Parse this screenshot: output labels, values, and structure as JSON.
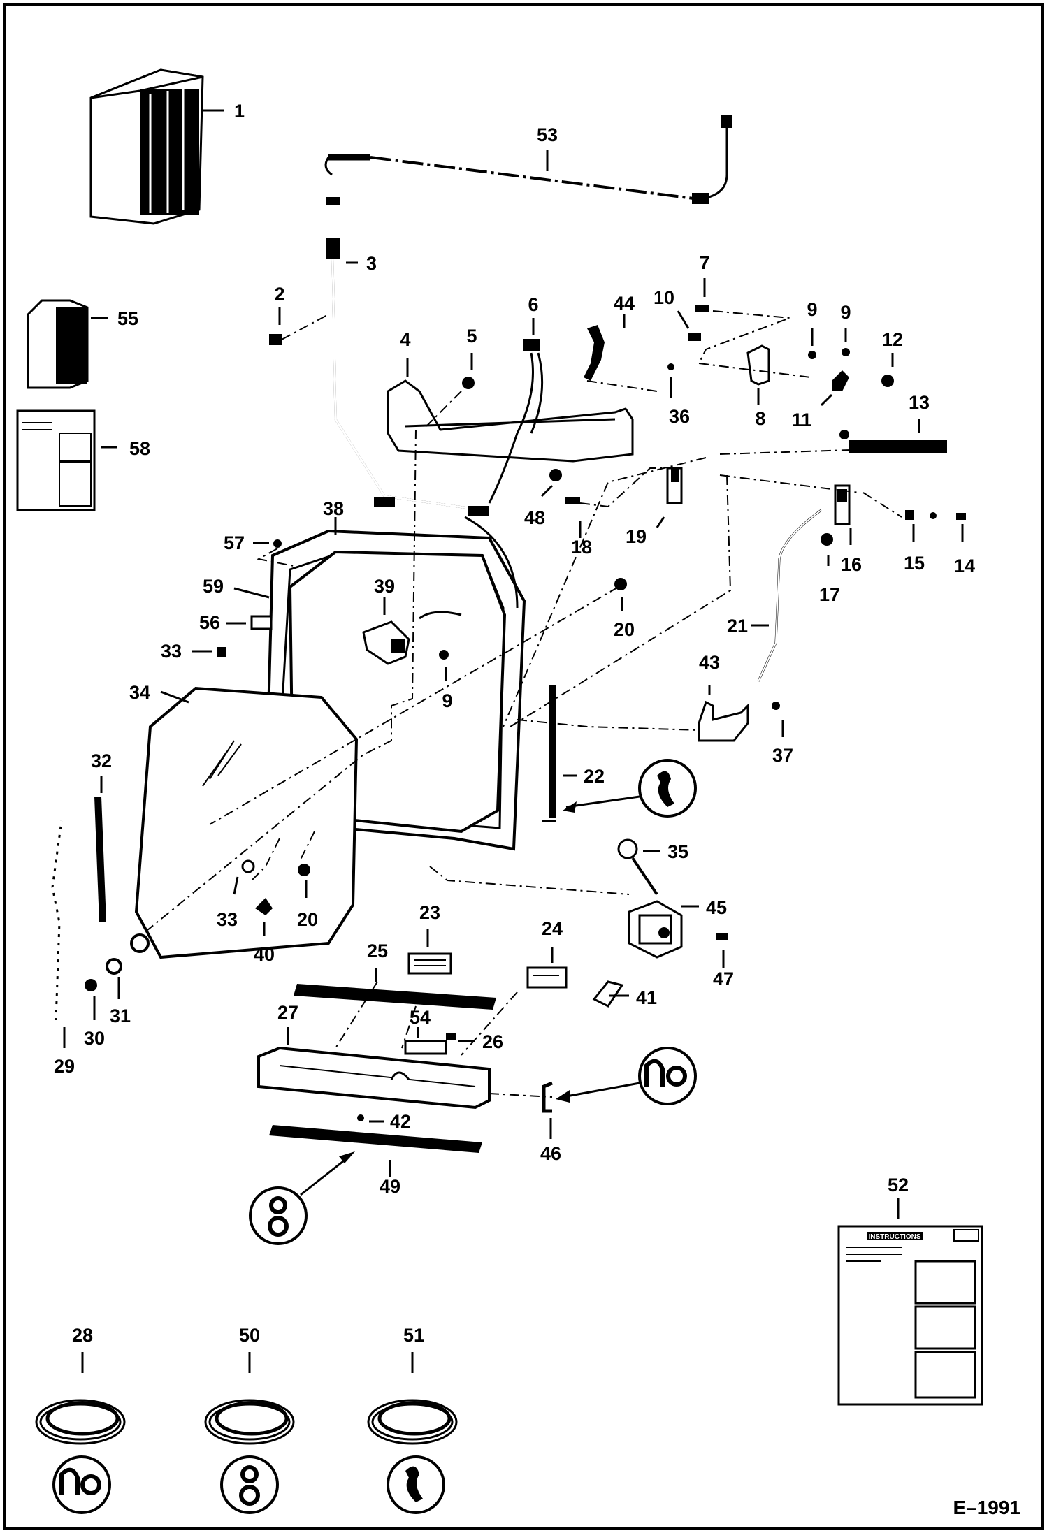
{
  "drawing_code": "E–1991",
  "callouts": [
    {
      "id": "c1",
      "text": "1"
    },
    {
      "id": "c2",
      "text": "2"
    },
    {
      "id": "c3",
      "text": "3"
    },
    {
      "id": "c4",
      "text": "4"
    },
    {
      "id": "c5",
      "text": "5"
    },
    {
      "id": "c6",
      "text": "6"
    },
    {
      "id": "c7",
      "text": "7"
    },
    {
      "id": "c8",
      "text": "8"
    },
    {
      "id": "c9a",
      "text": "9"
    },
    {
      "id": "c9b",
      "text": "9"
    },
    {
      "id": "c9c",
      "text": "9"
    },
    {
      "id": "c10",
      "text": "10"
    },
    {
      "id": "c11",
      "text": "11"
    },
    {
      "id": "c12",
      "text": "12"
    },
    {
      "id": "c13",
      "text": "13"
    },
    {
      "id": "c14",
      "text": "14"
    },
    {
      "id": "c15",
      "text": "15"
    },
    {
      "id": "c16",
      "text": "16"
    },
    {
      "id": "c17",
      "text": "17"
    },
    {
      "id": "c18",
      "text": "18"
    },
    {
      "id": "c19",
      "text": "19"
    },
    {
      "id": "c20a",
      "text": "20"
    },
    {
      "id": "c20b",
      "text": "20"
    },
    {
      "id": "c21",
      "text": "21"
    },
    {
      "id": "c22",
      "text": "22"
    },
    {
      "id": "c23",
      "text": "23"
    },
    {
      "id": "c24",
      "text": "24"
    },
    {
      "id": "c25",
      "text": "25"
    },
    {
      "id": "c26",
      "text": "26"
    },
    {
      "id": "c27",
      "text": "27"
    },
    {
      "id": "c28",
      "text": "28"
    },
    {
      "id": "c29",
      "text": "29"
    },
    {
      "id": "c30",
      "text": "30"
    },
    {
      "id": "c31",
      "text": "31"
    },
    {
      "id": "c32",
      "text": "32"
    },
    {
      "id": "c33a",
      "text": "33"
    },
    {
      "id": "c33b",
      "text": "33"
    },
    {
      "id": "c34",
      "text": "34"
    },
    {
      "id": "c35",
      "text": "35"
    },
    {
      "id": "c36",
      "text": "36"
    },
    {
      "id": "c37",
      "text": "37"
    },
    {
      "id": "c38",
      "text": "38"
    },
    {
      "id": "c39",
      "text": "39"
    },
    {
      "id": "c40",
      "text": "40"
    },
    {
      "id": "c41",
      "text": "41"
    },
    {
      "id": "c42",
      "text": "42"
    },
    {
      "id": "c43",
      "text": "43"
    },
    {
      "id": "c44",
      "text": "44"
    },
    {
      "id": "c45",
      "text": "45"
    },
    {
      "id": "c46",
      "text": "46"
    },
    {
      "id": "c47",
      "text": "47"
    },
    {
      "id": "c48",
      "text": "48"
    },
    {
      "id": "c49",
      "text": "49"
    },
    {
      "id": "c50",
      "text": "50"
    },
    {
      "id": "c51",
      "text": "51"
    },
    {
      "id": "c52",
      "text": "52"
    },
    {
      "id": "c53",
      "text": "53"
    },
    {
      "id": "c54",
      "text": "54"
    },
    {
      "id": "c55",
      "text": "55"
    },
    {
      "id": "c56",
      "text": "56"
    },
    {
      "id": "c57",
      "text": "57"
    },
    {
      "id": "c58",
      "text": "58"
    },
    {
      "id": "c59",
      "text": "59"
    }
  ],
  "decal_52_heading": "INSTRUCTIONS"
}
